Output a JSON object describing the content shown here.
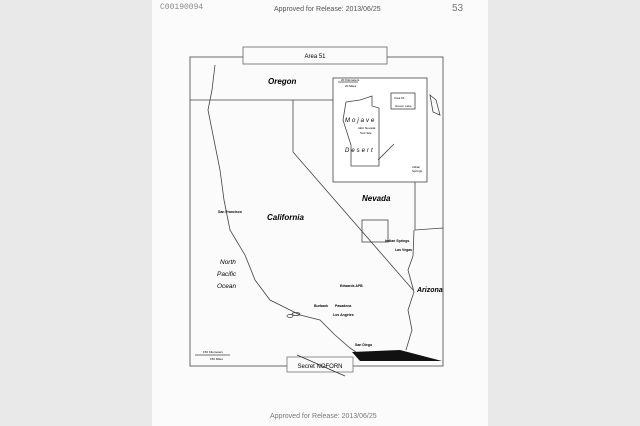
{
  "document": {
    "doc_id": "C00190094",
    "header_release": "Approved for Release: 2013/06/25",
    "page_mark": "53",
    "footer_release": "Approved for Release: 2013/06/25",
    "classification": "Secret NOFORN"
  },
  "map": {
    "title": "Area 51",
    "states": [
      "Oregon",
      "California",
      "Nevada",
      "Arizona"
    ],
    "ocean": [
      "North",
      "Pacific",
      "Ocean"
    ],
    "cities": [
      "San Francisco",
      "Indian Springs",
      "Las Vegas",
      "Edwards AFB",
      "Burbank",
      "Pasadena",
      "Los Angeles",
      "San Diego"
    ],
    "inset": {
      "region": [
        "Mojave",
        "Desert"
      ],
      "area_label": "Area 51",
      "lake": "Groom Lake",
      "test_site": [
        "AEC Nevada",
        "Test Site"
      ],
      "city": [
        "Indian",
        "Springs"
      ],
      "scale": [
        "20 Kilometers",
        "20 Miles"
      ]
    },
    "scale": [
      "150 Kilometers",
      "150 Miles"
    ]
  }
}
